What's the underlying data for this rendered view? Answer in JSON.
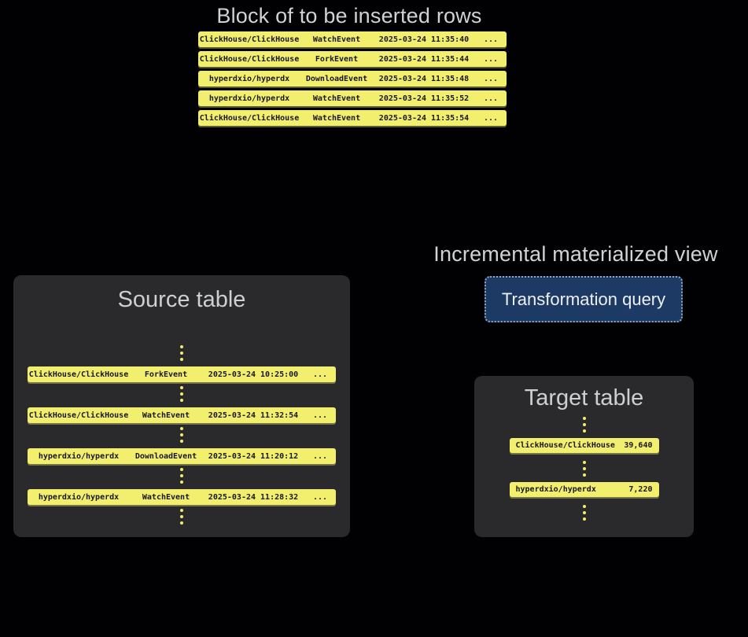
{
  "insert_block": {
    "title": "Block of to be inserted rows",
    "rows": [
      {
        "repo": "ClickHouse/ClickHouse",
        "event": "WatchEvent",
        "timestamp": "2025-03-24 11:35:40",
        "more": "..."
      },
      {
        "repo": "ClickHouse/ClickHouse",
        "event": "ForkEvent",
        "timestamp": "2025-03-24 11:35:44",
        "more": "..."
      },
      {
        "repo": "hyperdxio/hyperdx",
        "event": "DownloadEvent",
        "timestamp": "2025-03-24 11:35:48",
        "more": "..."
      },
      {
        "repo": "hyperdxio/hyperdx",
        "event": "WatchEvent",
        "timestamp": "2025-03-24 11:35:52",
        "more": "..."
      },
      {
        "repo": "ClickHouse/ClickHouse",
        "event": "WatchEvent",
        "timestamp": "2025-03-24 11:35:54",
        "more": "..."
      }
    ]
  },
  "source_table": {
    "title": "Source table",
    "rows": [
      {
        "repo": "ClickHouse/ClickHouse",
        "event": "ForkEvent",
        "timestamp": "2025-03-24 10:25:00",
        "more": "..."
      },
      {
        "repo": "ClickHouse/ClickHouse",
        "event": "WatchEvent",
        "timestamp": "2025-03-24 11:32:54",
        "more": "..."
      },
      {
        "repo": "hyperdxio/hyperdx",
        "event": "DownloadEvent",
        "timestamp": "2025-03-24 11:20:12",
        "more": "..."
      },
      {
        "repo": "hyperdxio/hyperdx",
        "event": "WatchEvent",
        "timestamp": "2025-03-24 11:28:32",
        "more": "..."
      }
    ]
  },
  "materialized_view": {
    "title": "Incremental materialized view",
    "button_label": "Transformation query"
  },
  "target_table": {
    "title": "Target table",
    "rows": [
      {
        "repo": "ClickHouse/ClickHouse",
        "count": "39,640"
      },
      {
        "repo": "hyperdxio/hyperdx",
        "count": "7,220"
      }
    ]
  },
  "colors": {
    "background": "#010103",
    "panel_bg": "#2A2A2D",
    "row_bg": "#F2EE6E",
    "row_text": "#17171D",
    "title_text": "#D0D3D6",
    "button_bg": "#1C3A63",
    "button_border": "#8FA3B5",
    "button_text": "#EDF1F5",
    "dot": "#F0EC6A"
  }
}
